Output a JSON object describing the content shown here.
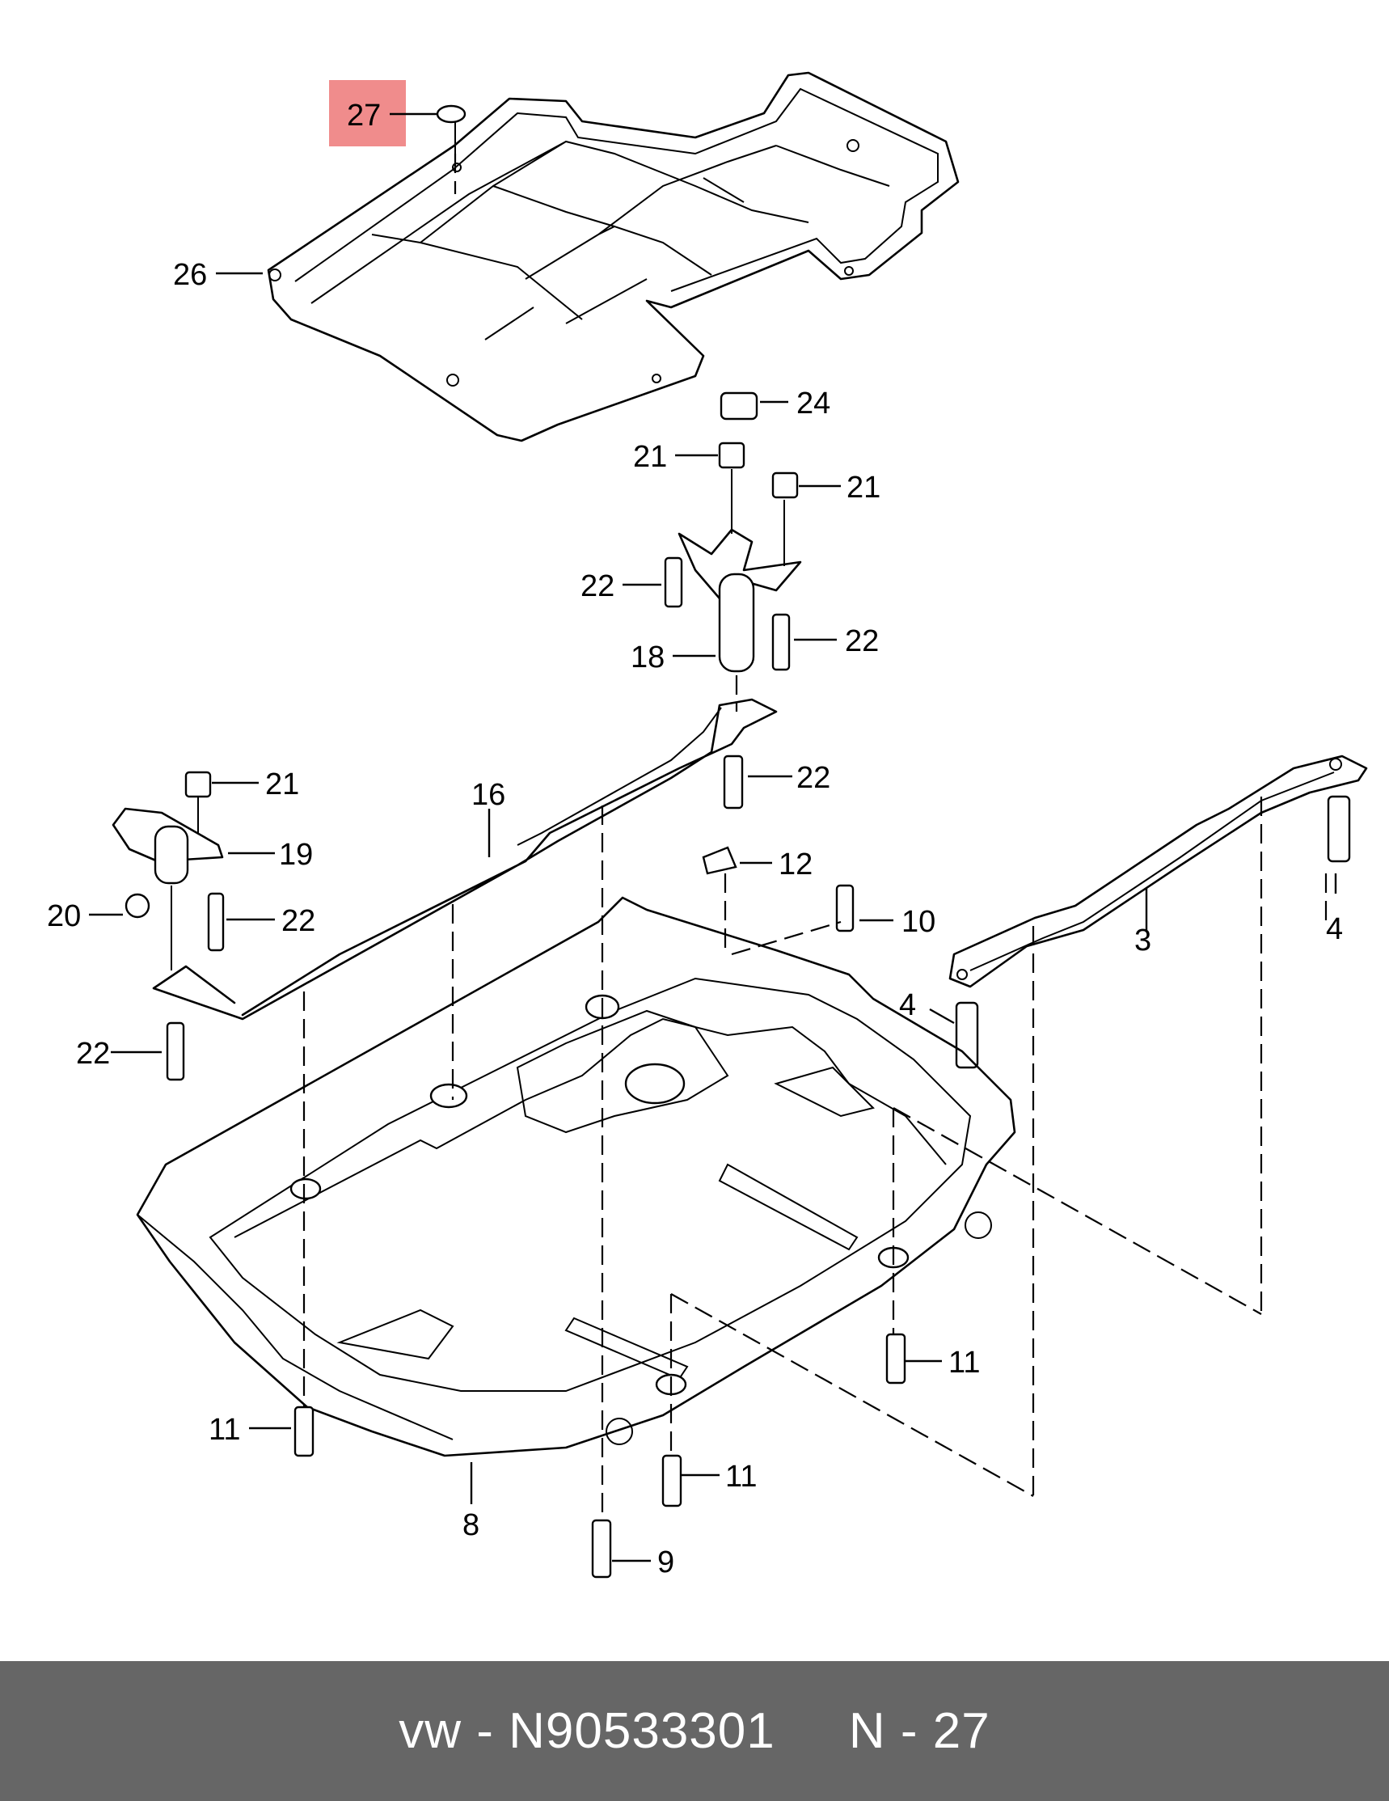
{
  "diagram": {
    "highlight_color": "#f08c8c",
    "callouts": [
      "27",
      "26",
      "24",
      "21",
      "21",
      "22",
      "22",
      "18",
      "22",
      "21",
      "16",
      "19",
      "20",
      "22",
      "12",
      "10",
      "22",
      "3",
      "4",
      "4",
      "11",
      "11",
      "11",
      "8",
      "9"
    ]
  },
  "footer": {
    "brand": "vw",
    "separator": "-",
    "part_number": "N90533301",
    "position_letter": "N",
    "position_number": "27",
    "background": "#666666",
    "text_color": "#ffffff"
  }
}
